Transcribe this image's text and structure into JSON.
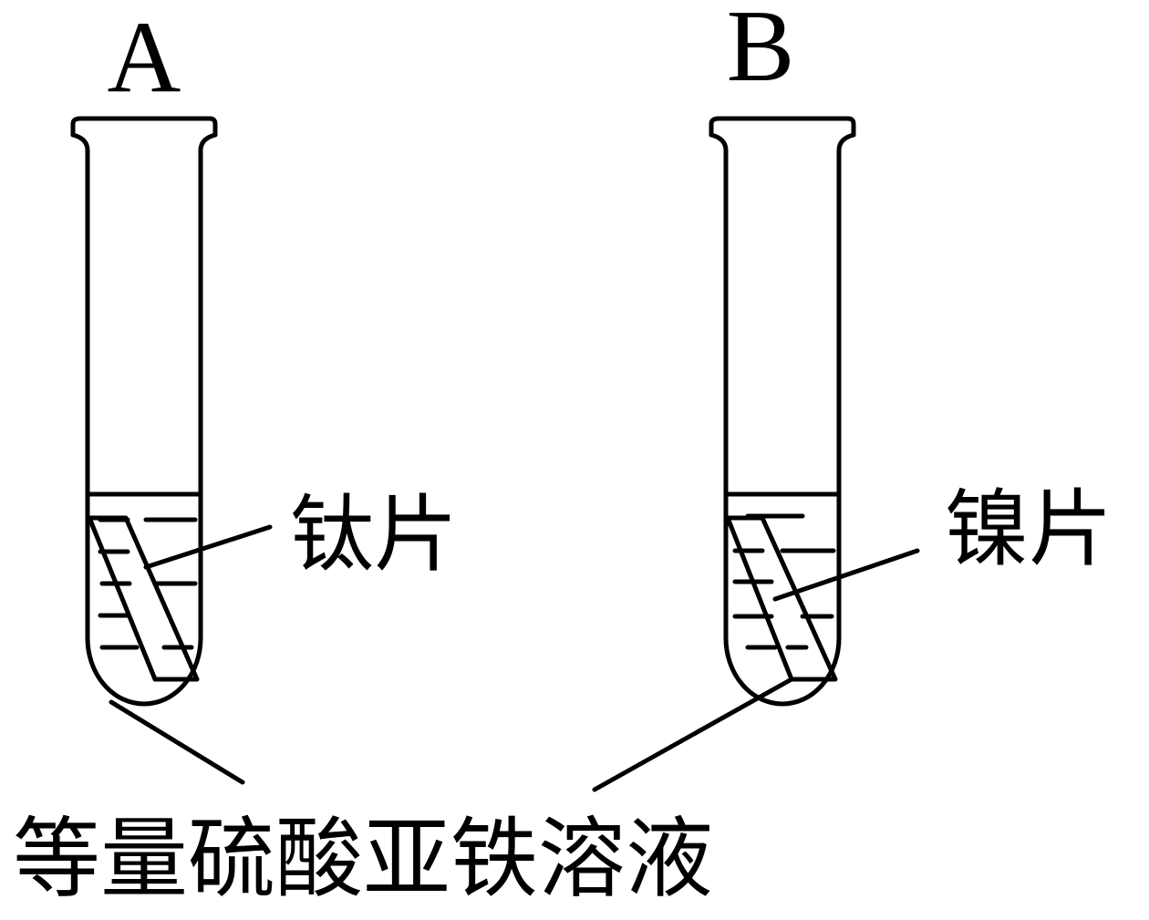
{
  "labels": {
    "tube_a": "A",
    "tube_b": "B",
    "metal_a": "钛片",
    "metal_b": "镍片",
    "solution": "等量硫酸亚铁溶液"
  },
  "colors": {
    "line": "#000000",
    "background": "#ffffff"
  }
}
